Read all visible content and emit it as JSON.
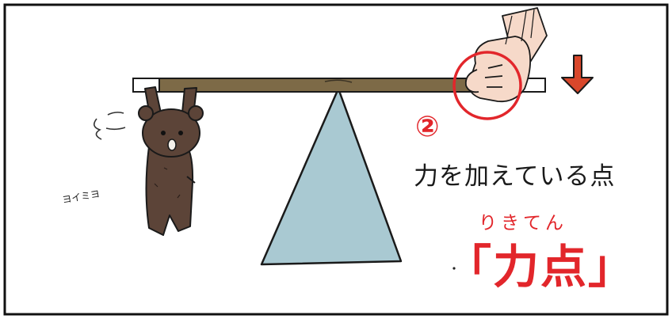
{
  "annotation": {
    "circled_number": "②",
    "description": "力を加えている点",
    "reading": "りきてん",
    "term": "「力点」"
  },
  "sound_effect": "ヨイミヨ",
  "colors": {
    "accent_red": "#e2262b",
    "arrow_red": "#d9472b",
    "bar_brown": "#7d6a47",
    "fulcrum_blue": "#a9c9d2",
    "bear_brown": "#5c4438"
  },
  "icons": [
    "lever-bar",
    "fulcrum-triangle",
    "bear-figure",
    "hand-icon",
    "highlight-circle",
    "down-arrow-icon"
  ]
}
